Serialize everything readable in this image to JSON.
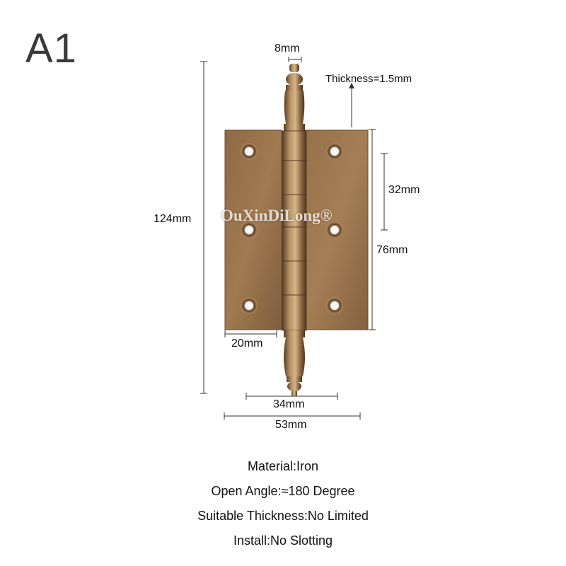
{
  "model_label": "A1",
  "dimensions": {
    "pin_width": "8mm",
    "thickness": "Thickness=1.5mm",
    "height": "124mm",
    "hole_spacing": "32mm",
    "leaf_height": "76mm",
    "leaf_width": "20mm",
    "open_width_inner": "34mm",
    "open_width_total": "53mm"
  },
  "watermark": "OuXinDiLong®",
  "specs": [
    "Material:Iron",
    "Open Angle:≈180 Degree",
    "Suitable Thickness:No Limited",
    "Install:No Slotting"
  ],
  "colors": {
    "brass_dark": "#6b4a2b",
    "brass_mid": "#9a7148",
    "brass_light": "#c29a6c"
  }
}
